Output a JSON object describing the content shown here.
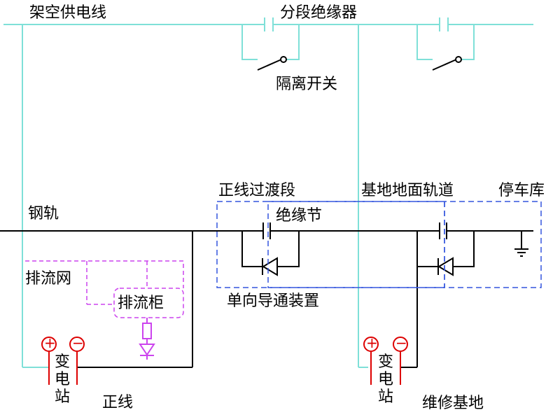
{
  "labels": {
    "overhead_line": "架空供电线",
    "section_insulator": "分段绝缘器",
    "isolating_switch": "隔离开关",
    "mainline_transition": "正线过渡段",
    "depot_ground_track": "基地地面轨道",
    "garage": "停车库",
    "rail": "钢轨",
    "insulating_joint": "绝缘节",
    "drainage_network": "排流网",
    "drainage_cabinet": "排流柜",
    "unidirectional_device": "单向导通装置",
    "substation_left": "变电站",
    "substation_right": "变电站",
    "mainline": "正线",
    "maintenance_base": "维修基地",
    "plus_sign": "+",
    "minus_sign": "−"
  },
  "colors": {
    "overhead": "#7fe0d8",
    "rail": "#000000",
    "dashed_box": "#3355dd",
    "drainage": "#cc44ee",
    "polarity": "#dd0000",
    "diode": "#000000"
  },
  "icons": [
    "diode-icon",
    "ground-icon",
    "capacitor-gap-icon",
    "switch-icon"
  ]
}
